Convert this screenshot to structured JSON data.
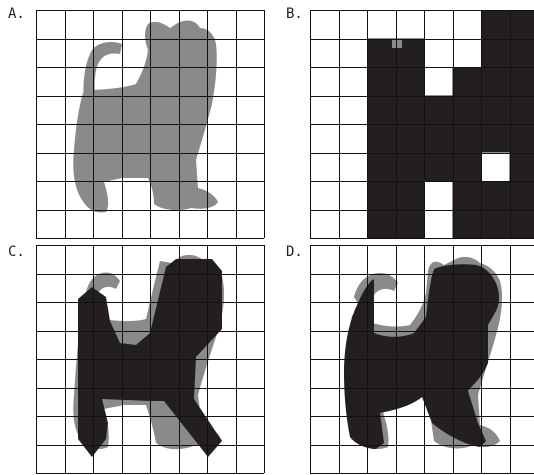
{
  "panels": [
    {
      "label": "A.",
      "variant": "cat-silhouette"
    },
    {
      "label": "B.",
      "variant": "pixel-mask"
    },
    {
      "label": "C.",
      "variant": "coarse-polygon"
    },
    {
      "label": "D.",
      "variant": "fine-polygon"
    }
  ],
  "grid": {
    "cols": 8,
    "rows": 8
  },
  "colors": {
    "line": "#111111",
    "silhouette": "#8a8a8a",
    "fill": "#231f20"
  },
  "mask_cells": [
    "......##",
    "..##..##",
    "..##.###",
    "..######",
    "..######",
    "..####.#",
    "..##.###",
    "..##.###"
  ]
}
